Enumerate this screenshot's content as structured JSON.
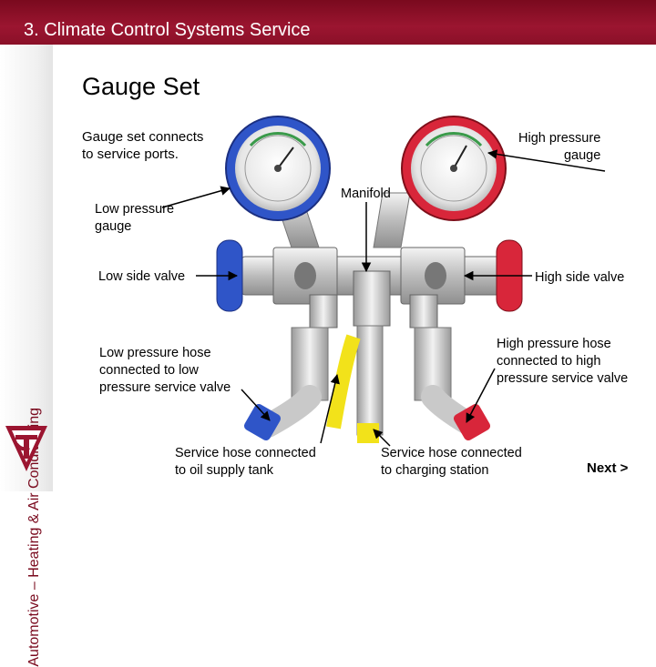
{
  "header": {
    "title": "3. Climate Control Systems Service"
  },
  "sidebar": {
    "course_title": "Automotive – Heating & Air Conditioning"
  },
  "slide": {
    "title": "Gauge Set",
    "labels": {
      "connects_line1": "Gauge set connects",
      "connects_line2": "to service ports.",
      "high_gauge_line1": "High pressure",
      "high_gauge_line2": "gauge",
      "manifold": "Manifold",
      "low_gauge_line1": "Low pressure",
      "low_gauge_line2": "gauge",
      "low_side_valve": "Low side valve",
      "high_side_valve": "High side valve",
      "low_hose_line1": "Low pressure hose",
      "low_hose_line2": "connected to low",
      "low_hose_line3": "pressure service valve",
      "high_hose_line1": "High pressure hose",
      "high_hose_line2": "connected to high",
      "high_hose_line3": "pressure service valve",
      "oil_line1": "Service hose connected",
      "oil_line2": "to oil supply tank",
      "charging_line1": "Service hose connected",
      "charging_line2": "to charging station"
    }
  },
  "navigation": {
    "next_label": "Next >"
  },
  "colors": {
    "header": "#8a1028",
    "low_gauge": "#2f55c8",
    "high_gauge": "#d8263a",
    "service_hose": "#f2e21a"
  }
}
